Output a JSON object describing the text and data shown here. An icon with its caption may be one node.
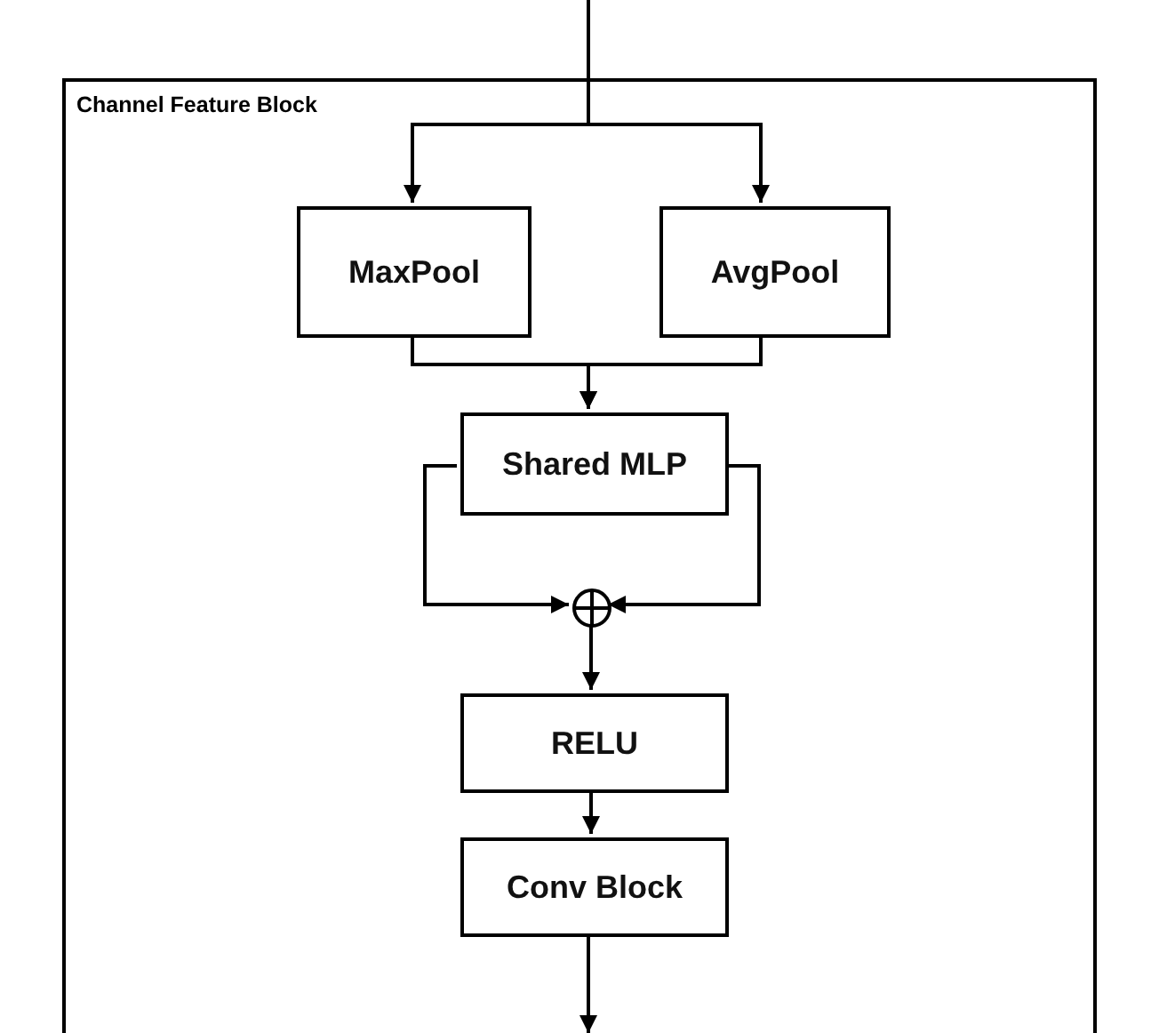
{
  "diagram": {
    "nodes": [
      {
        "text": [
          "Channel Feature Block"
        ]
      },
      {
        "text": [
          "MaxPool"
        ],
        "in": 0
      },
      {
        "text": [
          "AvgPool"
        ],
        "in": 0
      },
      {
        "text": [
          "Shared MLP"
        ],
        "in": 0
      },
      {
        "text": [],
        "shape": "circle",
        "in": 0
      },
      {
        "text": [
          "RELU"
        ],
        "in": 0
      },
      {
        "text": [
          "Conv Block"
        ],
        "in": 0
      }
    ],
    "edges": [
      {
        "from": null,
        "to": 1,
        "arrow": "to"
      },
      {
        "from": null,
        "to": 2,
        "arrow": "to"
      },
      {
        "from": 1,
        "to": 3,
        "arrow": "to"
      },
      {
        "from": 2,
        "to": 3,
        "arrow": "to"
      },
      {
        "from": 3,
        "to": 4,
        "arrow": "to"
      },
      {
        "from": 3,
        "to": 4,
        "arrow": "to"
      },
      {
        "from": 4,
        "to": 5,
        "arrow": "to"
      },
      {
        "from": 5,
        "to": 6,
        "arrow": "to"
      },
      {
        "from": 6,
        "to": null,
        "arrow": "to"
      }
    ]
  }
}
